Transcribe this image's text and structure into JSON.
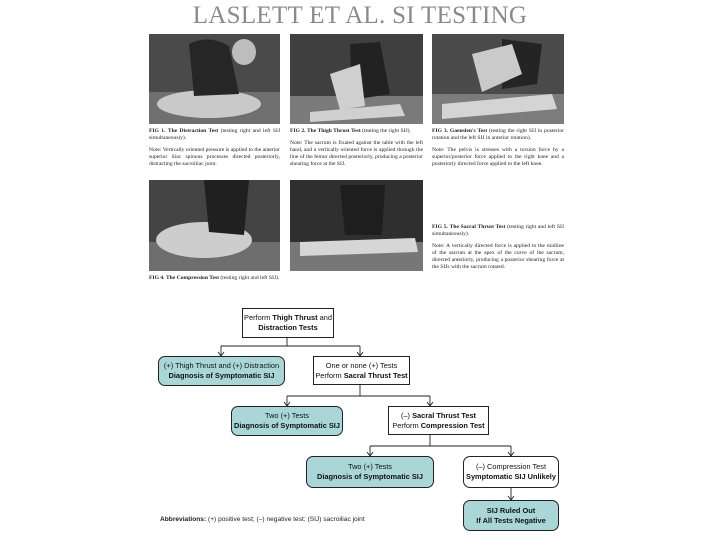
{
  "title": "LASLETT ET AL. SI TESTING",
  "figures": [
    {
      "label": "FIG 1.",
      "name": "The Distraction Test",
      "desc": " (testing right and left SIJ simultaneously).",
      "note": "Note: Vertically oriented pressure is applied to the anterior superior iliac spinous processes directed posteriorly, distracting the sacroiliac joint."
    },
    {
      "label": "FIG 2.",
      "name": "The Thigh Thrust Test",
      "desc": " (testing the right SIJ).",
      "note": "Note: The sacrum is fixated against the table with the left hand, and a vertically oriented force is applied through the line of the femur directed posteriorly, producing a posterior shearing force at the SIJ."
    },
    {
      "label": "FIG 3.",
      "name": "Gaenslen's Test",
      "desc": " (testing the right SIJ in posterior rotation and the left SIJ in anterior rotation).",
      "note": "Note: The pelvis is stresses with a torsion force by a superior/posterior force applied to the right knee and a posteriorly directed force applied to the left knee."
    },
    {
      "label": "FIG 4.",
      "name": "The Compression Test",
      "desc": " (testing right and left SIJ).",
      "note": ""
    },
    {
      "label": "FIG 5.",
      "name": "The Sacral Thrust Test",
      "desc": " (testing right and left SIJ simultaneously).",
      "note": "Note: A vertically directed force is applied to the midline of the sacrum at the apex of the curve of the sacrum, directed anteriorly, producing a posterior shearing force at the SIJs with the sacrum rotated."
    }
  ],
  "flow": {
    "start": {
      "pre": "Perform ",
      "bold1": "Thigh Thrust",
      "mid": " and",
      "bold2": "Distraction Tests"
    },
    "positive_both": {
      "line1": "(+) Thigh Thrust and (+) Distraction",
      "line2": "Diagnosis of Symptomatic SIJ"
    },
    "one_or_none": {
      "line1": "One or none (+) Tests",
      "pre": "Perform ",
      "bold": "Sacral Thrust Test"
    },
    "two_pos_a": {
      "line1": "Two (+) Tests",
      "line2": "Diagnosis of Symptomatic SIJ"
    },
    "neg_sacral": {
      "pre": "(–) ",
      "bold1": "Sacral Thrust Test",
      "pre2": "Perform ",
      "bold2": "Compression Test"
    },
    "two_pos_b": {
      "line1": "Two (+) Tests",
      "line2": "Diagnosis of Symptomatic SIJ"
    },
    "neg_compression": {
      "line1": "(–) Compression Test",
      "line2": "Symptomatic SIJ Unlikely"
    },
    "ruled_out": {
      "line1": "SIJ Ruled Out",
      "line2": "If All Tests Negative"
    }
  },
  "abbreviations": {
    "label": "Abbreviations:",
    "text": " (+) positive test; (–) negative test; (SIJ) sacroiliac joint"
  },
  "colors": {
    "teal": "#a9d7d8",
    "title_gray": "#8a8a8a"
  }
}
